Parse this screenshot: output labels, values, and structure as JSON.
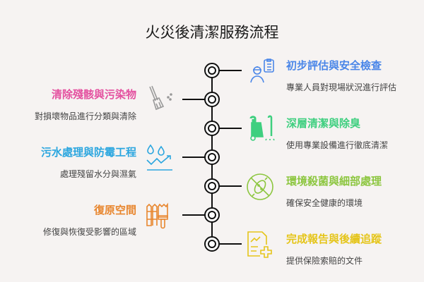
{
  "title": "火災後清潔服務流程",
  "steps": [
    {
      "title": "初步評估與安全檢查",
      "desc": "專業人員對現場狀況進行評估",
      "color": "#4a86e8",
      "icon": "worker-checklist-icon"
    },
    {
      "title": "清除殘骸與污染物",
      "desc": "對損壞物品進行分類與清除",
      "color": "#e4509f",
      "icon": "broom-icon"
    },
    {
      "title": "深層清潔與除臭",
      "desc": "使用專業設備進行徹底清潔",
      "color": "#3ecf7f",
      "icon": "cleaning-machine-icon"
    },
    {
      "title": "污水處理與防霉工程",
      "desc": "處理殘留水分與濕氣",
      "color": "#2ba6df",
      "icon": "water-drops-icon"
    },
    {
      "title": "環境殺菌與細部處理",
      "desc": "確保安全健康的環境",
      "color": "#8cc63f",
      "icon": "no-bacteria-icon"
    },
    {
      "title": "復原空間",
      "desc": "修復與恢復受影響的區域",
      "color": "#e8862e",
      "icon": "fence-paintbrush-icon"
    },
    {
      "title": "完成報告與後續追蹤",
      "desc": "提供保險索賠的文件",
      "color": "#e5c51a",
      "icon": "report-plus-icon"
    }
  ]
}
